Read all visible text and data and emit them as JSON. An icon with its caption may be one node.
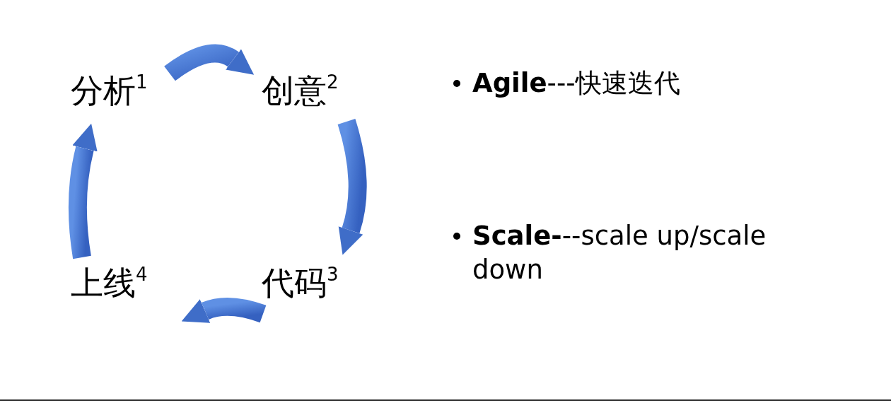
{
  "diagram": {
    "nodes": [
      {
        "text": [
          "分析$^{1}$"
        ]
      },
      {
        "text": [
          "创意$^{2}$"
        ]
      },
      {
        "text": [
          "代码$^{3}$"
        ]
      },
      {
        "text": [
          "上线$^{4}$"
        ]
      }
    ],
    "edges": [
      {
        "from": 0,
        "to": 1,
        "arrow": "to"
      },
      {
        "from": 1,
        "to": 2,
        "arrow": "to"
      },
      {
        "from": 2,
        "to": 3,
        "arrow": "to"
      },
      {
        "from": 3,
        "to": 0,
        "arrow": "to"
      }
    ],
    "labels": [
      "**Agile**---快速迭代",
      "**Scale-**--scale up/scale down"
    ]
  }
}
